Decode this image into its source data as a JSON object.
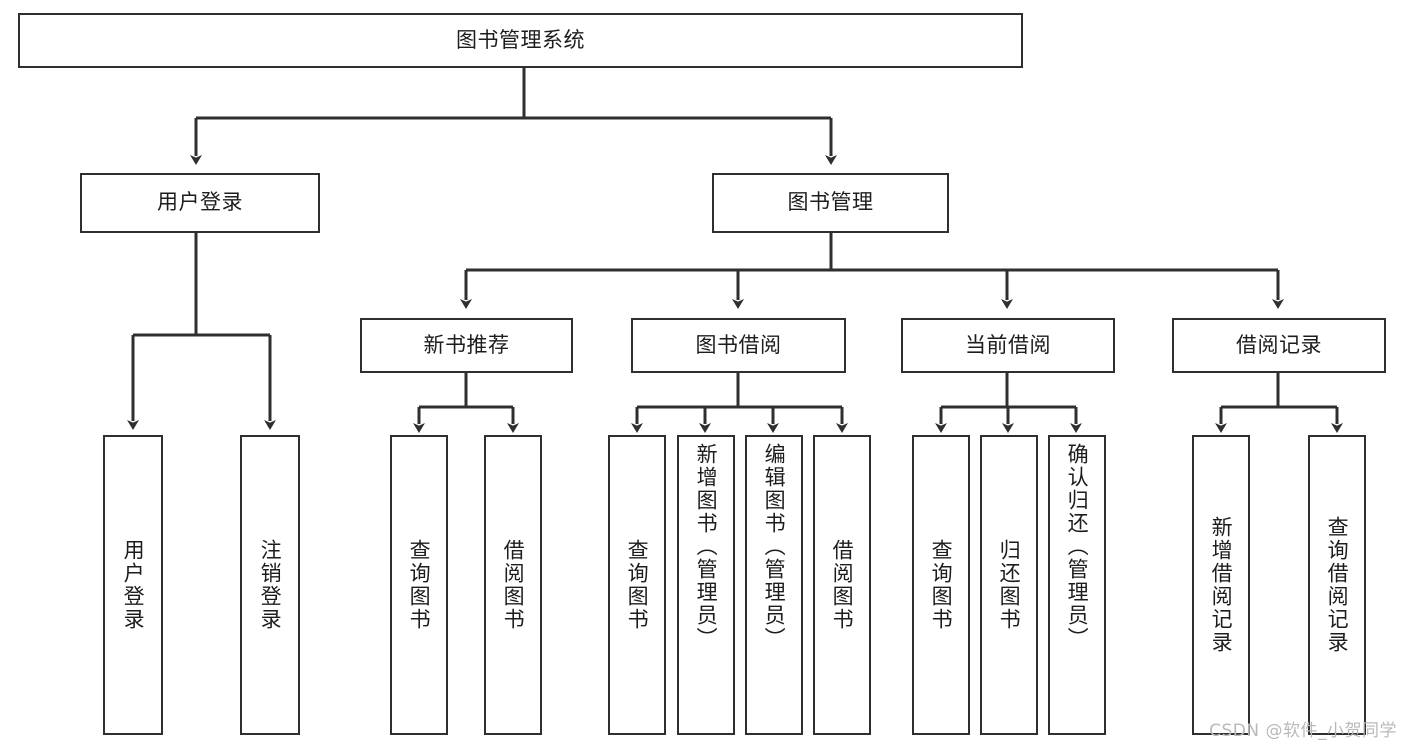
{
  "diagram": {
    "type": "tree",
    "title": "图书管理系统",
    "levels": 4,
    "colors": {
      "box_border": "#2f2f2f",
      "box_fill": "#ffffff",
      "connector": "#2f2f2f",
      "text": "#1d1d1d",
      "background": "#ffffff",
      "watermark": "#b9b9b9"
    },
    "nodes": {
      "root": {
        "label": "图书管理系统"
      },
      "level2": [
        {
          "label": "用户登录"
        },
        {
          "label": "图书管理"
        }
      ],
      "level3": [
        {
          "label": "新书推荐"
        },
        {
          "label": "图书借阅"
        },
        {
          "label": "当前借阅"
        },
        {
          "label": "借阅记录"
        }
      ],
      "leaves_user_login": [
        {
          "label": "用户登录"
        },
        {
          "label": "注销登录"
        }
      ],
      "leaves_new_books": [
        {
          "label": "查询图书"
        },
        {
          "label": "借阅图书"
        }
      ],
      "leaves_borrow": [
        {
          "label": "查询图书"
        },
        {
          "label": "新增图书（管理员）"
        },
        {
          "label": "编辑图书（管理员）"
        },
        {
          "label": "借阅图书"
        }
      ],
      "leaves_current": [
        {
          "label": "查询图书"
        },
        {
          "label": "归还图书"
        },
        {
          "label": "确认归还（管理员）"
        }
      ],
      "leaves_records": [
        {
          "label": "新增借阅记录"
        },
        {
          "label": "查询借阅记录"
        }
      ]
    }
  },
  "watermark": {
    "text": "CSDN @软件_小贺同学"
  }
}
